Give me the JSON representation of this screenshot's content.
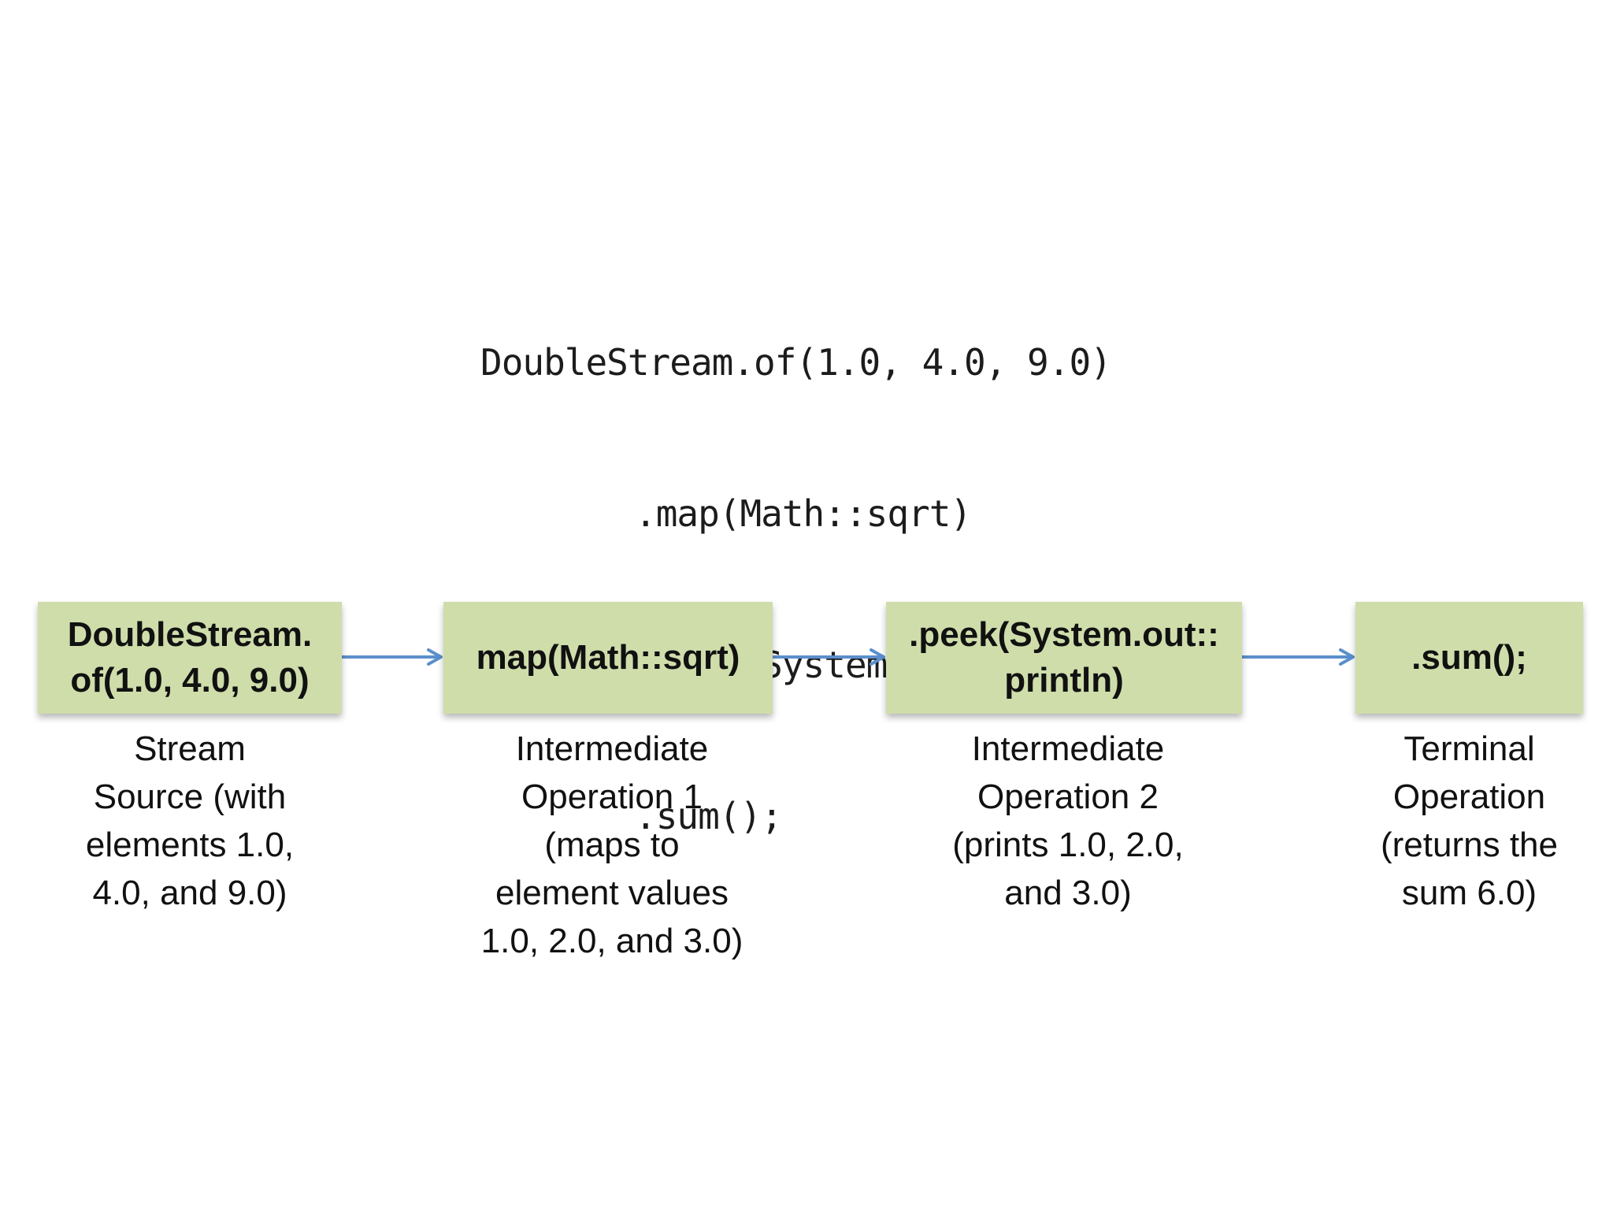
{
  "code": {
    "lines": [
      "DoubleStream.of(1.0, 4.0, 9.0)",
      ".map(Math::sqrt)",
      ".peek(System.out::println)",
      ".sum();"
    ]
  },
  "pipeline": {
    "nodes": [
      {
        "title_lines": [
          "DoubleStream.",
          "of(1.0, 4.0, 9.0)"
        ],
        "description_lines": [
          "Stream",
          "Source (with",
          "elements 1.0,",
          "4.0, and 9.0)"
        ]
      },
      {
        "title_lines": [
          "map(Math::sqrt)"
        ],
        "description_lines": [
          "Intermediate",
          "Operation 1",
          "(maps to",
          "element values",
          "1.0, 2.0, and 3.0)"
        ]
      },
      {
        "title_lines": [
          ".peek(System.out::",
          "println)"
        ],
        "description_lines": [
          "Intermediate",
          "Operation 2",
          "(prints 1.0, 2.0,",
          "and 3.0)"
        ]
      },
      {
        "title_lines": [
          ".sum();"
        ],
        "description_lines": [
          "Terminal",
          "Operation",
          "(returns the",
          "sum 6.0)"
        ]
      }
    ]
  },
  "colors": {
    "node_fill": "#cfddab",
    "arrow": "#5b8fcc",
    "text": "#111111"
  }
}
